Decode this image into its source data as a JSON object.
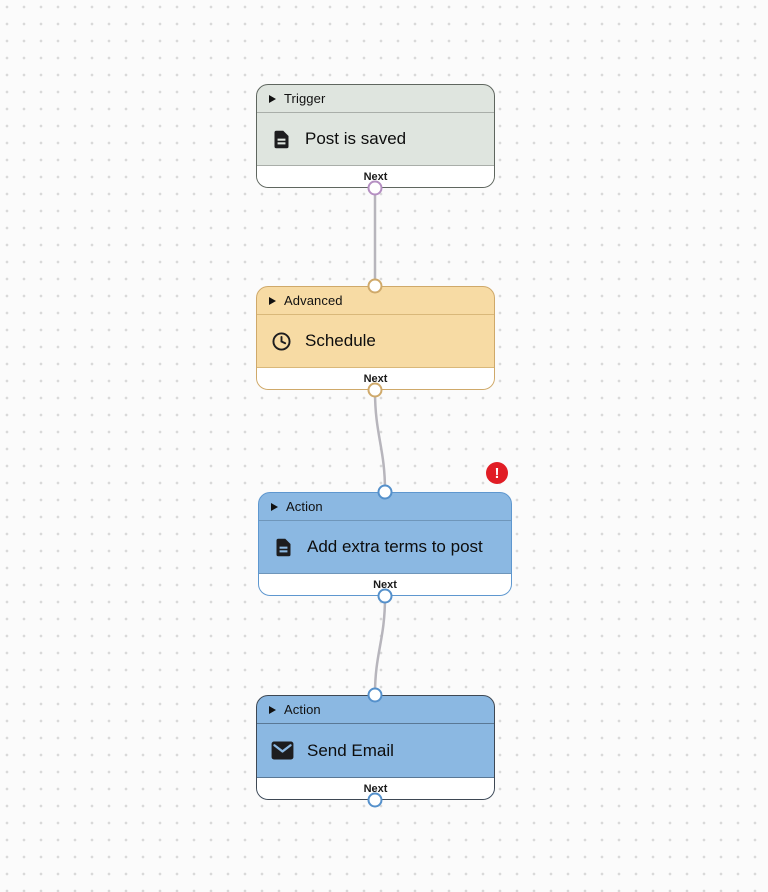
{
  "canvas": {
    "background_color": "#fbfbfb",
    "dot_color": "#d9d9d9",
    "edge_color": "#b7b5bc"
  },
  "nodes": [
    {
      "id": "trigger-post-is-saved",
      "category": "Trigger",
      "title": "Post is saved",
      "icon": "document-icon",
      "footer_label": "Next",
      "ports": {
        "input": false,
        "output": true
      },
      "has_error": false,
      "colors": {
        "fill": "#dfe5df",
        "border": "#5f665f",
        "port": "#b58fc2"
      }
    },
    {
      "id": "advanced-schedule",
      "category": "Advanced",
      "title": "Schedule",
      "icon": "clock-icon",
      "footer_label": "Next",
      "ports": {
        "input": true,
        "output": true
      },
      "has_error": false,
      "colors": {
        "fill": "#f7dba4",
        "border": "#cfa96a",
        "port": "#cfa96a"
      }
    },
    {
      "id": "action-add-extra-terms",
      "category": "Action",
      "title": "Add extra terms to post",
      "icon": "document-icon",
      "footer_label": "Next",
      "ports": {
        "input": true,
        "output": true
      },
      "has_error": true,
      "colors": {
        "fill": "#8bb8e2",
        "border": "#5e97cf",
        "port": "#5490cb"
      }
    },
    {
      "id": "action-send-email",
      "category": "Action",
      "title": "Send Email",
      "icon": "email-icon",
      "footer_label": "Next",
      "ports": {
        "input": true,
        "output": true
      },
      "has_error": false,
      "colors": {
        "fill": "#8bb8e2",
        "border": "#3e4854",
        "port": "#5490cb"
      }
    }
  ],
  "edges": [
    {
      "from": "Post is saved",
      "to": "Schedule"
    },
    {
      "from": "Schedule",
      "to": "Add extra terms to post"
    },
    {
      "from": "Add extra terms to post",
      "to": "Send Email"
    }
  ],
  "error_badge": {
    "symbol": "!",
    "color": "#e11d25"
  }
}
